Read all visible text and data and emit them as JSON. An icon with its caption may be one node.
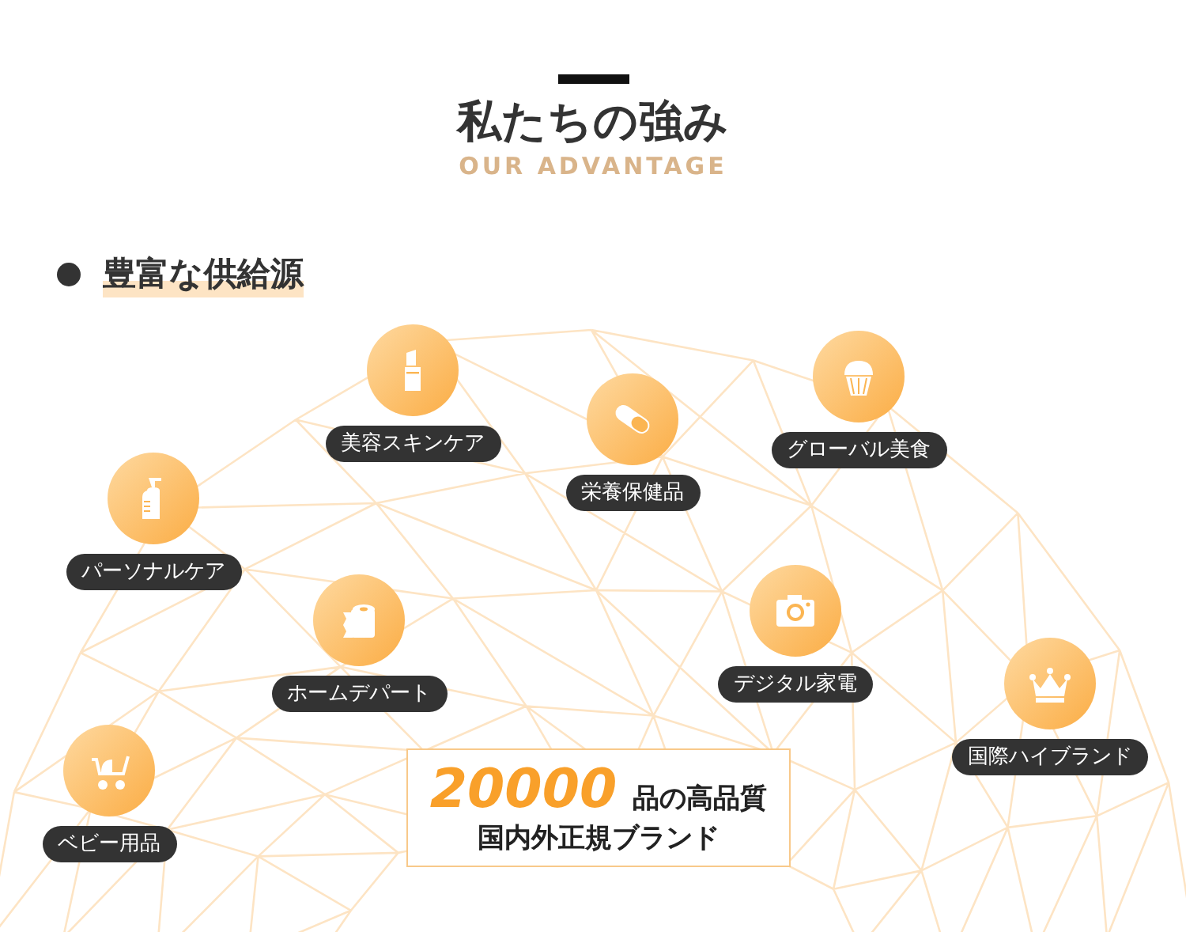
{
  "diagram": {
    "title": "私たちの強み",
    "nodes": [
      {
        "text": [
          "豊富な供給源"
        ]
      },
      {
        "text": [
          "美容スキンケア"
        ]
      },
      {
        "text": [
          "グローバル美食"
        ]
      },
      {
        "text": [
          "栄養保健品"
        ]
      },
      {
        "text": [
          "パーソナルケア"
        ]
      },
      {
        "text": [
          "デジタル家電"
        ]
      },
      {
        "text": [
          "ホームデパート"
        ]
      },
      {
        "text": [
          "国際ハイブランド"
        ]
      },
      {
        "text": [
          "ベビー用品"
        ]
      },
      {
        "text": [
          "20000",
          "品の高品質",
          "国内外正規ブランド"
        ]
      }
    ],
    "labels": [
      "OUR ADVANTAGE"
    ]
  }
}
